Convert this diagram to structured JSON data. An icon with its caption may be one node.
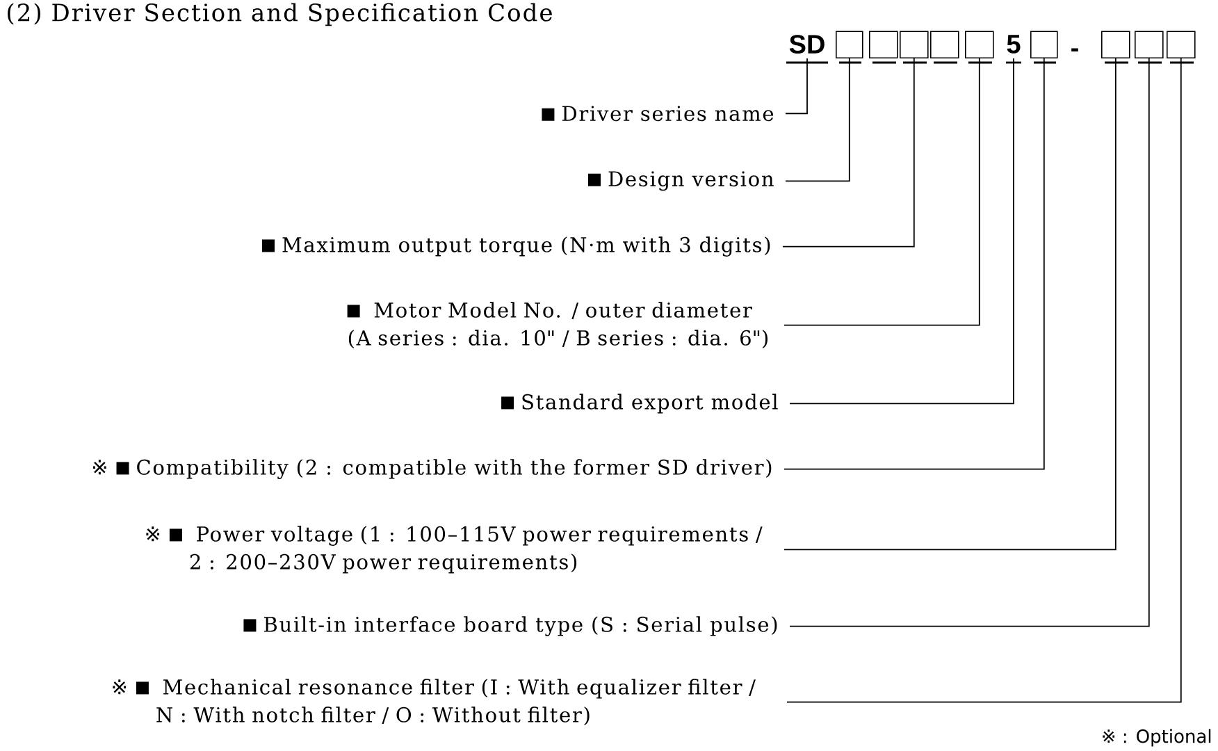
{
  "diagram": {
    "title": "(2) Driver Section and Specification Code",
    "nodes": [
      {
        "text": [
          "SD"
        ]
      },
      {
        "text": [],
        "shape": "box"
      },
      {
        "text": [],
        "shape": "box"
      },
      {
        "text": [],
        "shape": "box"
      },
      {
        "text": [],
        "shape": "box"
      },
      {
        "text": [],
        "shape": "box"
      },
      {
        "text": [
          "5"
        ]
      },
      {
        "text": [],
        "shape": "box"
      },
      {
        "text": [],
        "shape": "box"
      },
      {
        "text": [],
        "shape": "box"
      },
      {
        "text": [],
        "shape": "box"
      },
      {
        "text": [
          "Driver series name"
        ]
      },
      {
        "text": [
          "Design version"
        ]
      },
      {
        "text": [
          "Maximum output torque (N·m with 3 digits)"
        ]
      },
      {
        "text": [
          "Motor Model No. / outer diameter",
          "(A series : dia. 10\" / B series : dia. 6\")"
        ]
      },
      {
        "text": [
          "Standard export model"
        ]
      },
      {
        "text": [
          "※",
          "Compatibility (2 : compatible with the former SD driver)"
        ]
      },
      {
        "text": [
          "※",
          "Power voltage (1 : 100–115V power requirements / 2 : 200–230V power requirements)"
        ]
      },
      {
        "text": [
          "Built-in interface board type (S : Serial pulse)"
        ]
      },
      {
        "text": [
          "※",
          "Mechanical resonance filter (I : With equalizer filter / N : With notch filter / O : Without filter)"
        ]
      }
    ],
    "edges": [
      {
        "from": 11,
        "to": 0,
        "arrow": "none"
      },
      {
        "from": 12,
        "to": 1,
        "arrow": "none"
      },
      {
        "from": 13,
        "to": 3,
        "arrow": "none"
      },
      {
        "from": 14,
        "to": 5,
        "arrow": "none"
      },
      {
        "from": 15,
        "to": 6,
        "arrow": "none"
      },
      {
        "from": 16,
        "to": 7,
        "arrow": "none"
      },
      {
        "from": 17,
        "to": 8,
        "arrow": "none"
      },
      {
        "from": 18,
        "to": 9,
        "arrow": "none"
      },
      {
        "from": 19,
        "to": 10,
        "arrow": "none"
      }
    ],
    "labels": [
      "-",
      "※ : Optional"
    ]
  }
}
